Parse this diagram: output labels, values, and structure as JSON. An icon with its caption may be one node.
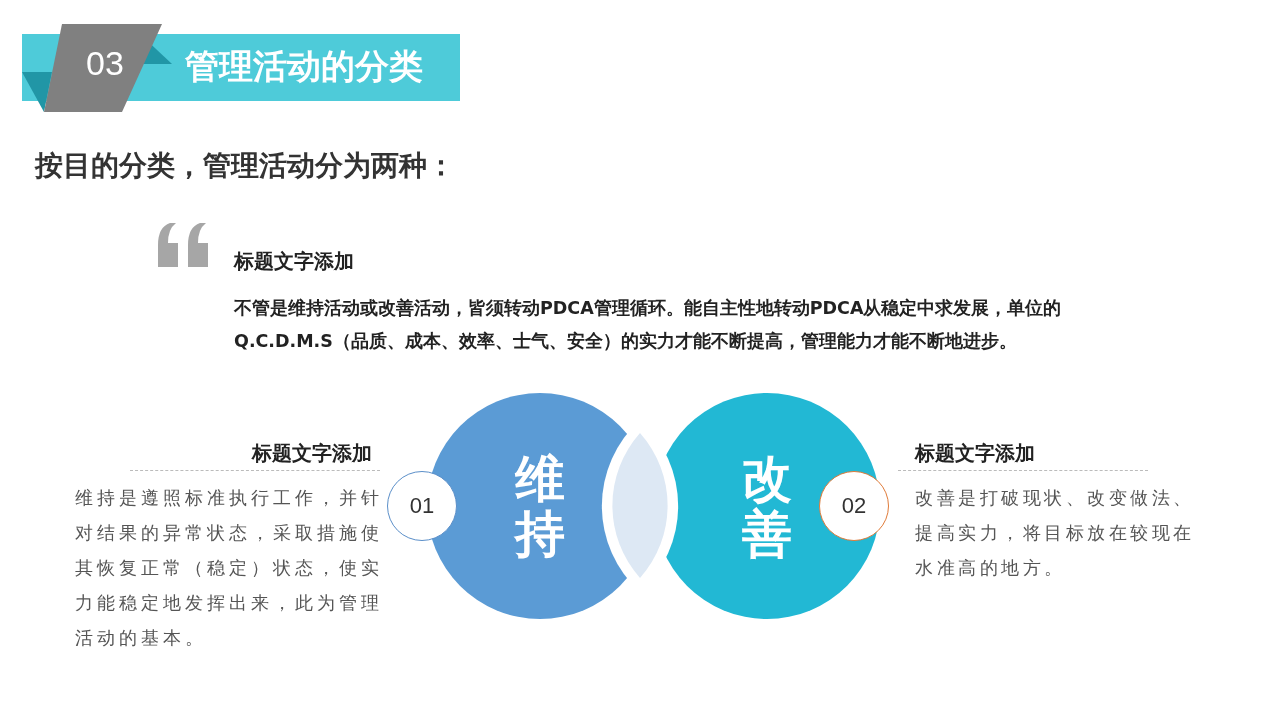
{
  "diagram": {
    "title": "管理活动的分类",
    "nodes": [
      {
        "text": [
          "01"
        ]
      },
      {
        "text": [
          "维持"
        ]
      },
      {
        "text": [],
        "shape": "lens"
      },
      {
        "text": [
          "改善"
        ]
      },
      {
        "text": [
          "02"
        ]
      }
    ],
    "labels": [
      "03",
      "按目的分类，管理活动分为两种：",
      "标题文字添加",
      "不管是维持活动或改善活动，皆须转动PDCA管理循环。能自主性地转动PDCA从稳定中求发展，单位的Q.C.D.M.S（品质、成本、效率、士气、安全）的实力才能不断提高，管理能力才能不断地进步。",
      "标题文字添加",
      "维持是遵照标准执行工作，并针对结果的异常状态，采取措施使其恢复正常（稳定）状态，使实力能稳定地发挥出来，此为管理活动的基本。",
      "标题文字添加",
      "改善是打破现状、改变做法、提高实力，将目标放在较现在水准高的地方。"
    ]
  }
}
